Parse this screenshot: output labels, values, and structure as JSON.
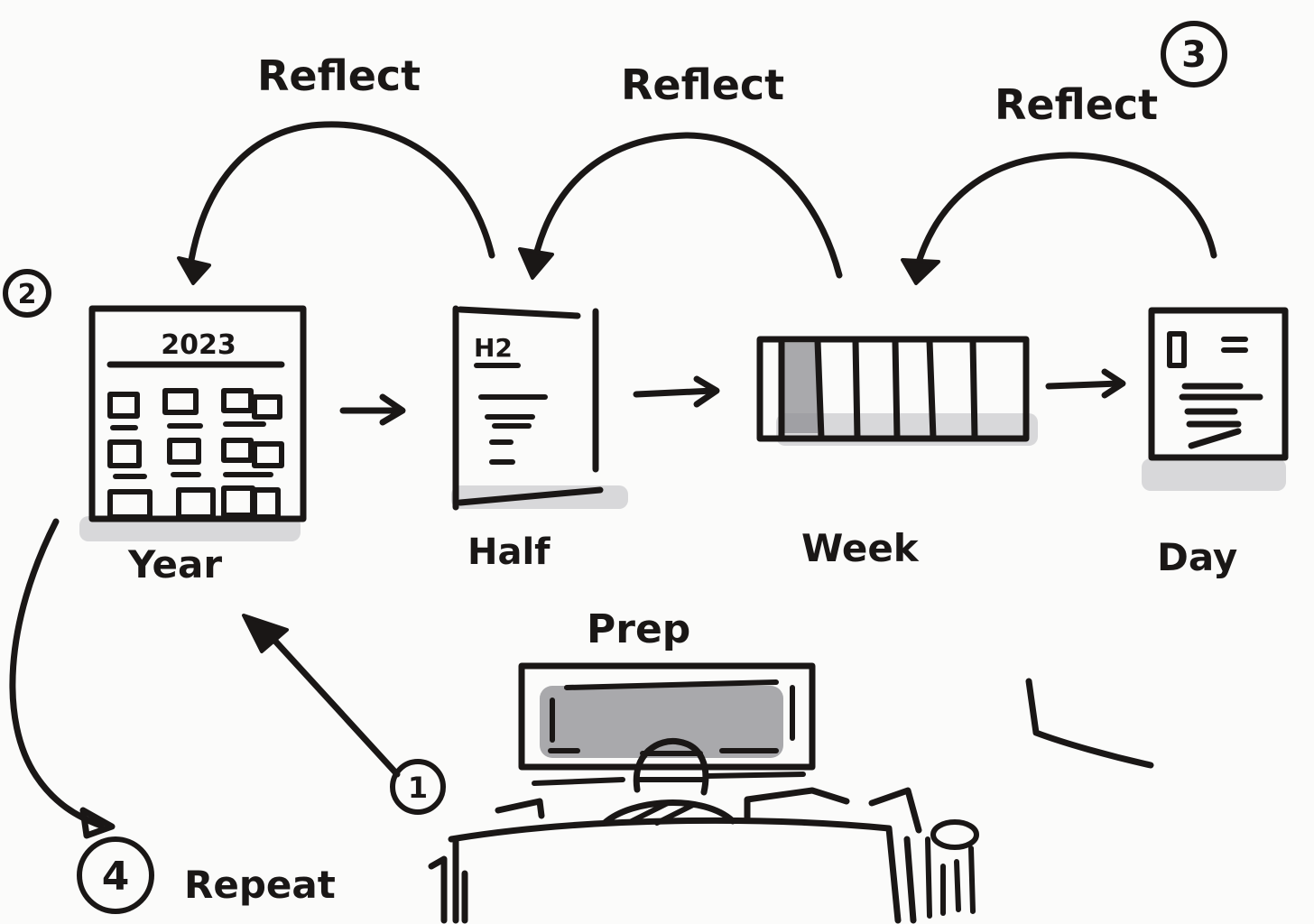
{
  "labels": {
    "reflect_1": "Reflect",
    "reflect_2": "Reflect",
    "reflect_3": "Reflect",
    "year": "Year",
    "half": "Half",
    "week": "Week",
    "day": "Day",
    "prep": "Prep",
    "repeat": "Repeat",
    "calendar_year": "2023",
    "half_label": "H2"
  },
  "step_markers": {
    "one": "1",
    "two": "2",
    "three": "3",
    "four": "4"
  }
}
